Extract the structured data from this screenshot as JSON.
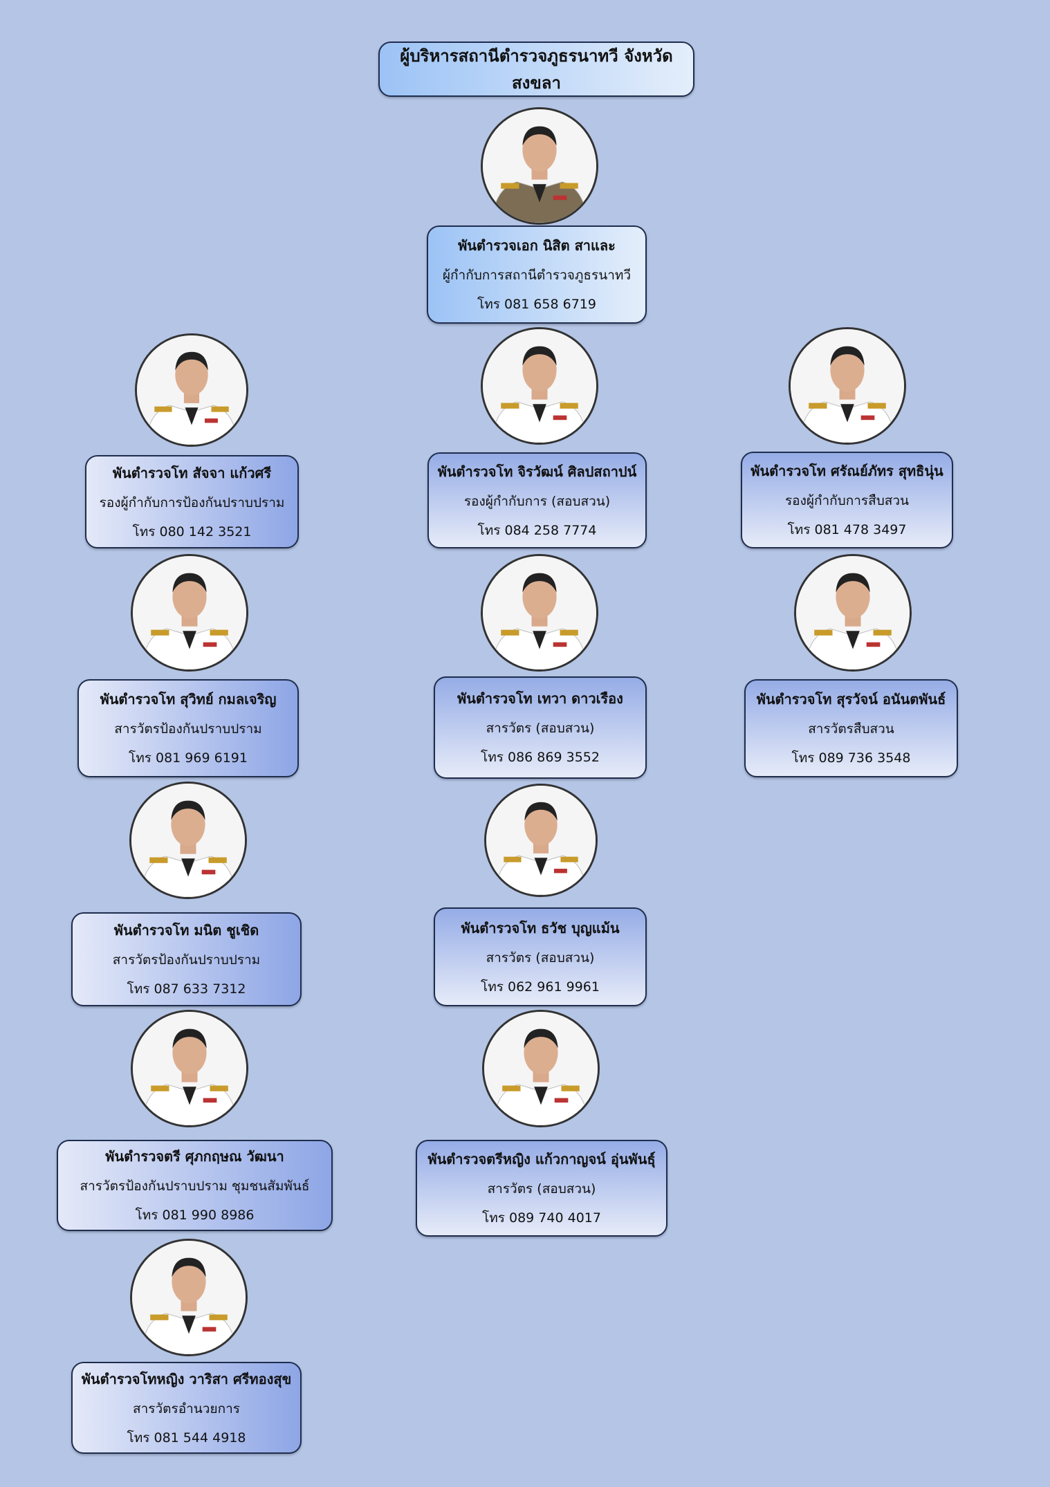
{
  "title": "ผู้บริหารสถานีตำรวจภูธรนาทวี จังหวัดสงขลา",
  "people": [
    {
      "name": "พันตำรวจเอก นิสิต สาและ",
      "position": "ผู้กำกับการสถานีตำรวจภูธรนาทวี",
      "phone": "โทร 081 658 6719",
      "uniform": "#7d6d55"
    },
    {
      "name": "พันตำรวจโท สัจจา แก้วศรี",
      "position": "รองผู้กำกับการป้องกันปราบปราม",
      "phone": "โทร 080 142 3521",
      "uniform": "#ffffff"
    },
    {
      "name": "พันตำรวจโท จิรวัฒน์ ศิลปสถาปน์",
      "position": "รองผู้กำกับการ (สอบสวน)",
      "phone": "โทร 084 258 7774",
      "uniform": "#ffffff"
    },
    {
      "name": "พันตำรวจโท ศรัณย์ภัทร สุทธินุ่น",
      "position": "รองผู้กำกับการสืบสวน",
      "phone": "โทร 081 478 3497",
      "uniform": "#ffffff"
    },
    {
      "name": "พันตำรวจโท สุวิทย์ กมลเจริญ",
      "position": "สารวัตรป้องกันปราบปราม",
      "phone": "โทร 081 969 6191",
      "uniform": "#ffffff"
    },
    {
      "name": "พันตำรวจโท เทวา ดาวเรือง",
      "position": "สารวัตร (สอบสวน)",
      "phone": "โทร 086 869 3552",
      "uniform": "#ffffff"
    },
    {
      "name": "พันตำรวจโท สุรวัจน์ อนันตพันธ์",
      "position": "สารวัตรสืบสวน",
      "phone": "โทร 089 736 3548",
      "uniform": "#ffffff"
    },
    {
      "name": "พันตำรวจโท มนิต ชูเชิด",
      "position": "สารวัตรป้องกันปราบปราม",
      "phone": "โทร 087 633 7312",
      "uniform": "#ffffff"
    },
    {
      "name": "พันตำรวจโท ธวัช บุญแม้น",
      "position": "สารวัตร (สอบสวน)",
      "phone": "โทร 062 961 9961",
      "uniform": "#ffffff"
    },
    {
      "name": "พันตำรวจตรี ศุภกฤษณ วัฒนา",
      "position": "สารวัตรป้องกันปราบปราม ชุมชนสัมพันธ์",
      "phone": "โทร 081 990 8986",
      "uniform": "#ffffff"
    },
    {
      "name": "พันตำรวจตรีหญิง แก้วกาญจน์ อุ่นพันธุ์",
      "position": "สารวัตร (สอบสวน)",
      "phone": "โทร 089 740 4017",
      "uniform": "#ffffff"
    },
    {
      "name": "พันตำรวจโทหญิง วาริสา ศรีทองสุข",
      "position": "สารวัตรอำนวยการ",
      "phone": "โทร 081 544 4918",
      "uniform": "#ffffff"
    }
  ]
}
